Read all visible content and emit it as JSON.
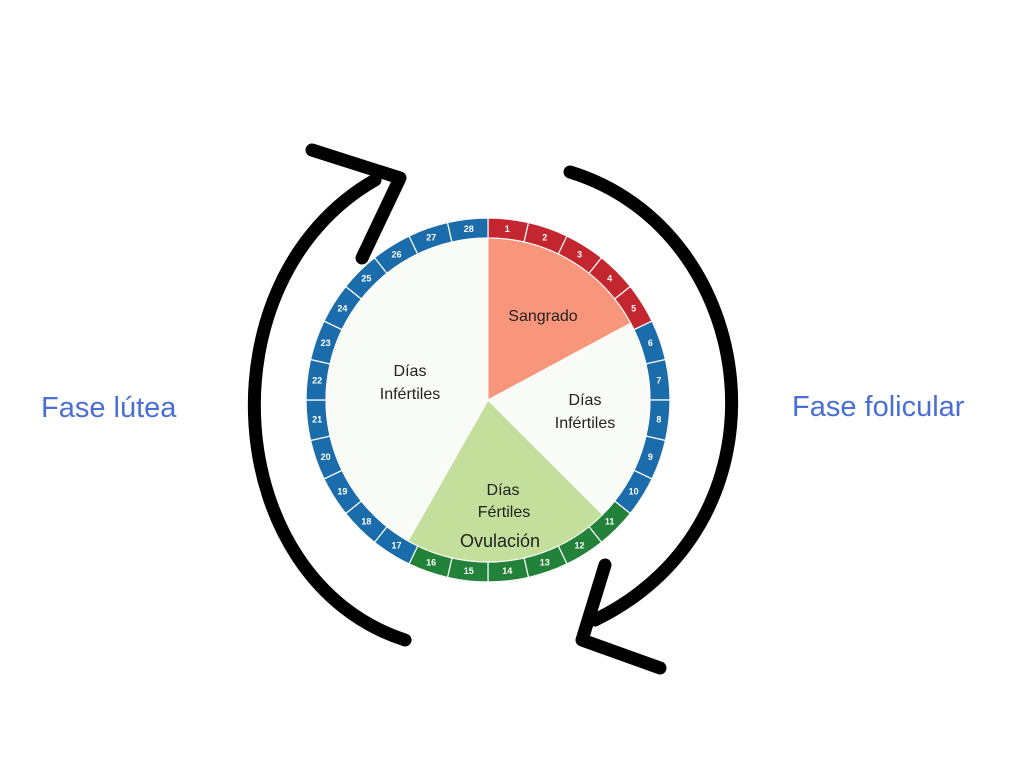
{
  "phases": {
    "luteal": "Fase lútea",
    "follicular": "Fase folicular"
  },
  "segments": {
    "bleeding": "Sangrado",
    "infertile_right": [
      "Días",
      "Infértiles"
    ],
    "fertile": [
      "Días",
      "Fértiles"
    ],
    "ovulation": "Ovulación",
    "infertile_left": [
      "Días",
      "Infértiles"
    ]
  },
  "cycle": {
    "total_days": 28,
    "days": [
      "1",
      "2",
      "3",
      "4",
      "5",
      "6",
      "7",
      "8",
      "9",
      "10",
      "11",
      "12",
      "13",
      "14",
      "15",
      "16",
      "17",
      "18",
      "19",
      "20",
      "21",
      "22",
      "23",
      "24",
      "25",
      "26",
      "27",
      "28"
    ],
    "day_groups": [
      {
        "name": "bleeding",
        "from": 1,
        "to": 5
      },
      {
        "name": "infertile",
        "from": 6,
        "to": 10
      },
      {
        "name": "fertile",
        "from": 11,
        "to": 16
      },
      {
        "name": "infertile",
        "from": 17,
        "to": 28
      }
    ]
  },
  "colors": {
    "bleeding_ring": "#c3262e",
    "fertile_ring": "#23823a",
    "infertile_ring": "#1b6cab",
    "bleeding_fill": "#f8967c",
    "fertile_fill": "#c3df9b",
    "infertile_fill": "#f9fbf7",
    "phase_text": "#4a6ed6",
    "arrow": "#000000"
  }
}
